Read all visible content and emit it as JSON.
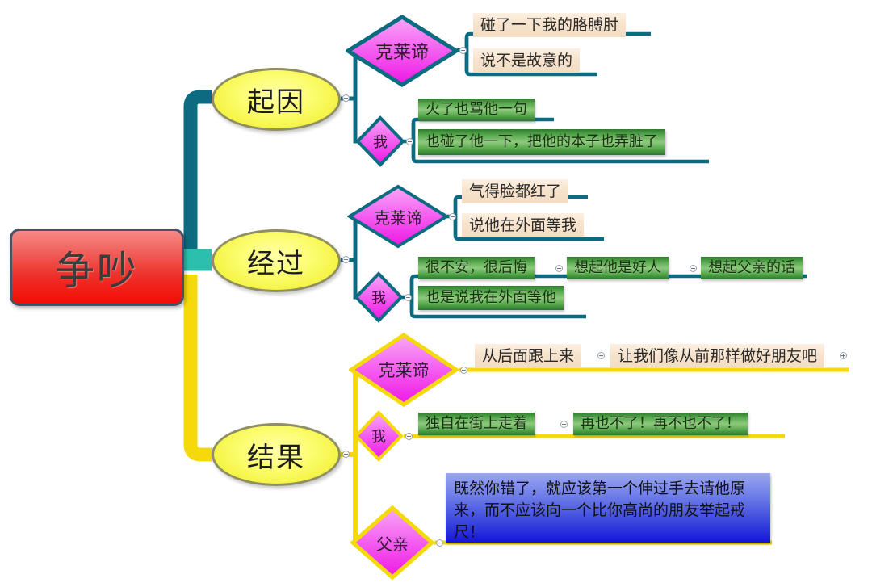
{
  "root": {
    "label": "争吵"
  },
  "branches": [
    {
      "id": "cause",
      "label": "起因",
      "line_color": "#0b6b80",
      "children": [
        {
          "id": "cause-klaidi",
          "label": "克莱谛",
          "chips": [
            {
              "text": "碰了一下我的胳膊肘",
              "style": "tan"
            },
            {
              "text": "说不是故意的",
              "style": "tan"
            }
          ]
        },
        {
          "id": "cause-me",
          "label": "我",
          "chips": [
            {
              "text": "火了也骂他一句",
              "style": "green"
            },
            {
              "text": "也碰了他一下，把他的本子也弄脏了",
              "style": "green"
            }
          ]
        }
      ]
    },
    {
      "id": "process",
      "label": "经过",
      "line_color": "#0b6b80",
      "children": [
        {
          "id": "process-klaidi",
          "label": "克莱谛",
          "chips": [
            {
              "text": "气得脸都红了",
              "style": "tan"
            },
            {
              "text": "说他在外面等我",
              "style": "tan"
            }
          ]
        },
        {
          "id": "process-me",
          "label": "我",
          "chips": [
            {
              "text": "很不安，很后悔",
              "style": "green"
            },
            {
              "text": "想起他是好人",
              "style": "green"
            },
            {
              "text": "想起父亲的话",
              "style": "green"
            },
            {
              "text": "也是说我在外面等他",
              "style": "green"
            }
          ]
        }
      ]
    },
    {
      "id": "result",
      "label": "结果",
      "line_color": "#f5d90a",
      "children": [
        {
          "id": "result-klaidi",
          "label": "克莱谛",
          "chips": [
            {
              "text": "从后面跟上来",
              "style": "tan"
            },
            {
              "text": "让我们像从前那样做好朋友吧",
              "style": "tan"
            }
          ]
        },
        {
          "id": "result-me",
          "label": "我",
          "chips": [
            {
              "text": "独自在街上走着",
              "style": "green"
            },
            {
              "text": "再也不了！再不也不了！",
              "style": "green"
            }
          ]
        },
        {
          "id": "result-father",
          "label": "父亲",
          "chips": [
            {
              "text": "既然你错了，就应该第一个伸过手去请他原来，而不应该向一个比你高尚的朋友举起戒尺！",
              "style": "blue"
            }
          ]
        }
      ]
    }
  ],
  "colors": {
    "teal_line": "#0b6b80",
    "teal_mid": "#2cbfae",
    "yellow_line": "#f5d90a",
    "root_fill": "#ee2f2a",
    "ellipse_fill": "#f7f742",
    "diamond_fill": "#ef3fe8",
    "tan_fill": "#f4dfc6",
    "green_fill": "#56a94d",
    "blue_fill": "#2a35d9"
  }
}
